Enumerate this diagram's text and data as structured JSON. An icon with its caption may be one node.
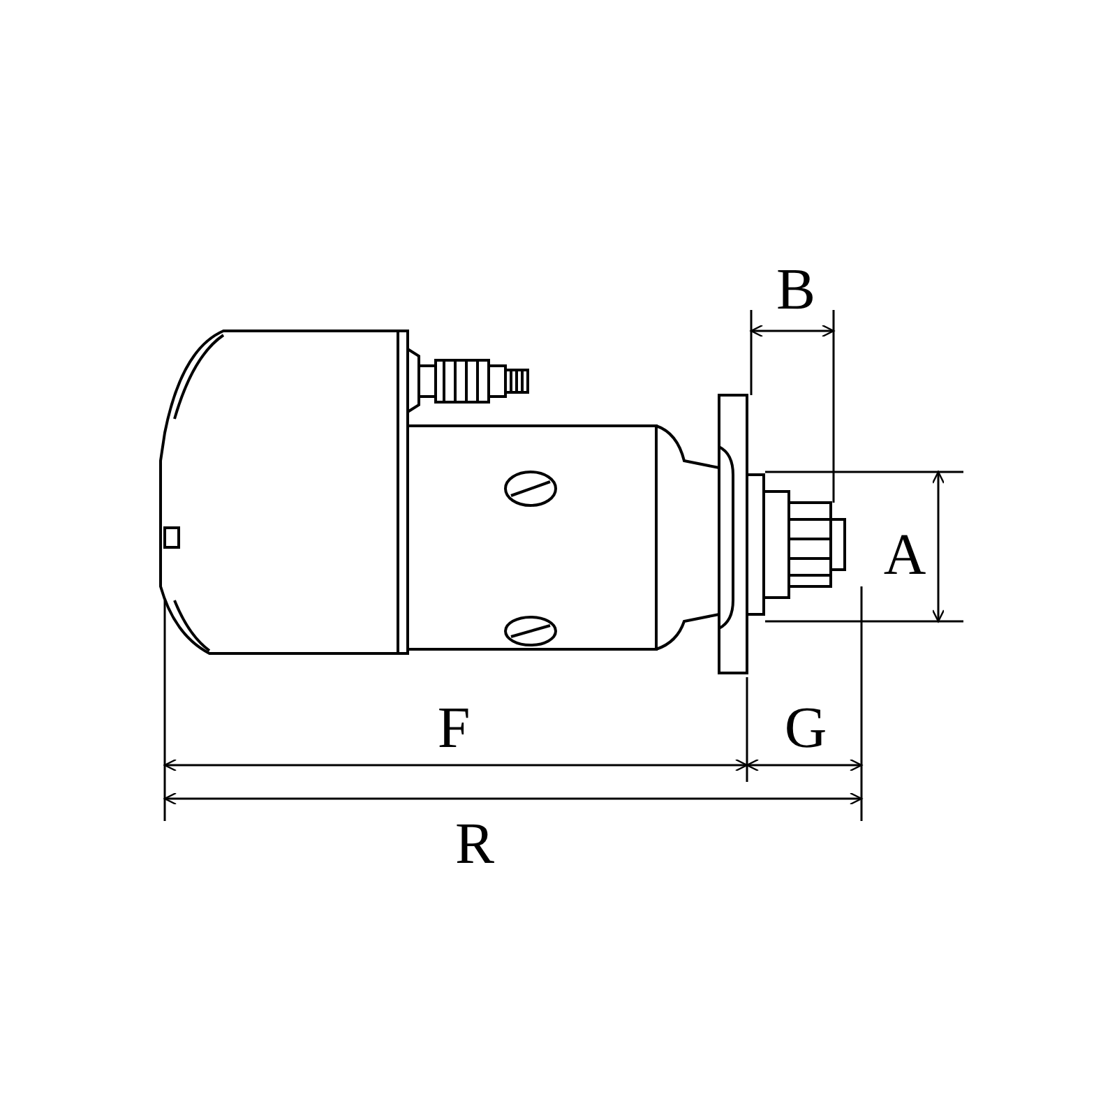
{
  "diagram": {
    "labels": [
      "B",
      "A",
      "F",
      "G",
      "R"
    ]
  }
}
